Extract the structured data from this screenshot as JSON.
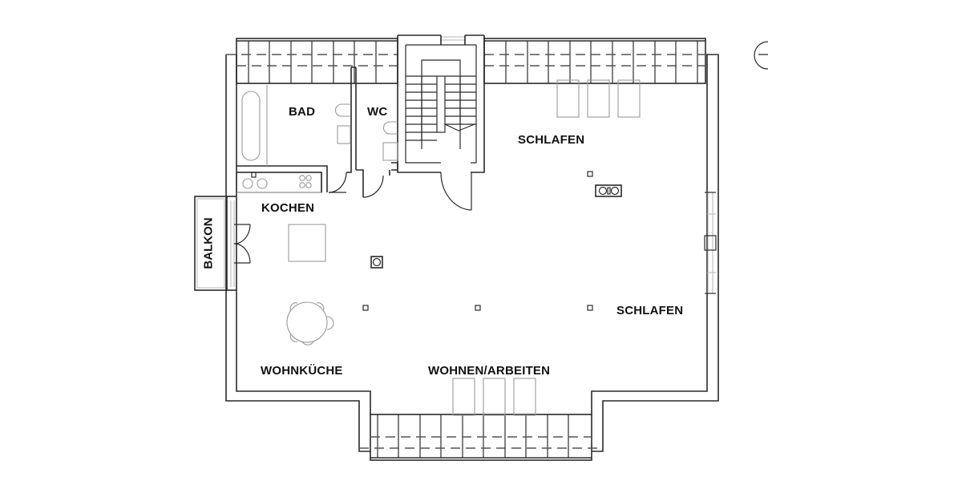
{
  "plan": {
    "rooms": [
      {
        "id": "bad",
        "label": "BAD"
      },
      {
        "id": "wc",
        "label": "WC"
      },
      {
        "id": "schlafen-1",
        "label": "SCHLAFEN"
      },
      {
        "id": "kochen",
        "label": "KOCHEN"
      },
      {
        "id": "balkon",
        "label": "BALKON"
      },
      {
        "id": "schlafen-2",
        "label": "SCHLAFEN"
      },
      {
        "id": "wohnkueche",
        "label": "WOHNKÜCHE"
      },
      {
        "id": "wohnen-arbeiten",
        "label": "WOHNEN/ARBEITEN"
      }
    ],
    "colors": {
      "wall": "#2a2a2a",
      "furniture": "#9a9a9a",
      "background": "#ffffff"
    }
  }
}
